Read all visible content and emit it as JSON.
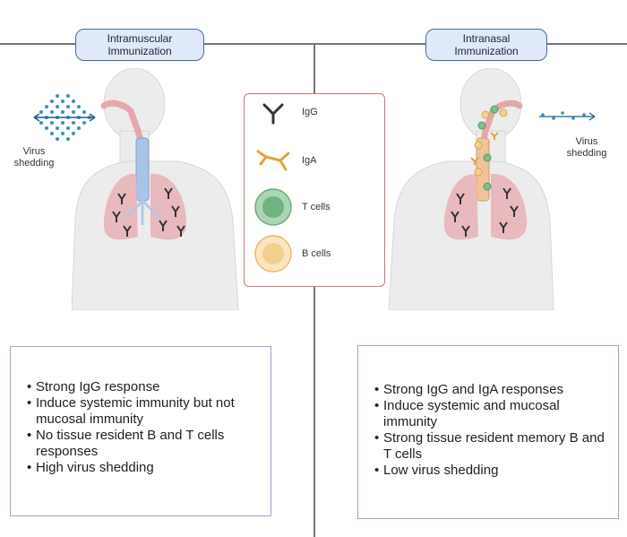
{
  "colors": {
    "divider": "#6f7784",
    "pill_fill": "#dfe9f7",
    "pill_border": "#4a6a9a",
    "legend_border": "#c47a73",
    "panel_border": "#9aa6c8",
    "lung": "#e8a9ad",
    "virus": "#3b8fc0",
    "t_cell": "#7fbf8e",
    "b_cell": "#f3d08f",
    "iga": "#e0a53a",
    "igg": "#333333"
  },
  "left": {
    "title_line1": "Intramuscular",
    "title_line2": "Immunization",
    "shedding_line1": "Virus",
    "shedding_line2": "shedding",
    "bullets": [
      "Strong IgG response",
      "Induce systemic immunity but not mucosal immunity",
      "No tissue resident B and T cells responses",
      "High virus shedding"
    ]
  },
  "right": {
    "title_line1": "Intranasal",
    "title_line2": "Immunization",
    "shedding_line1": "Virus",
    "shedding_line2": "shedding",
    "bullets": [
      "Strong IgG and IgA responses",
      "Induce systemic and mucosal immunity",
      "Strong tissue resident memory B and T cells",
      "Low virus shedding"
    ]
  },
  "legend": {
    "items": [
      {
        "label": "IgG",
        "icon": "igg-antibody-icon"
      },
      {
        "label": "IgA",
        "icon": "iga-antibody-icon"
      },
      {
        "label": "T cells",
        "icon": "t-cell-icon"
      },
      {
        "label": "B cells",
        "icon": "b-cell-icon"
      }
    ]
  }
}
